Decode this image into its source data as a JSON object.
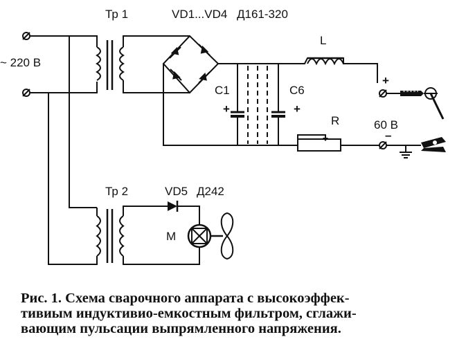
{
  "labels": {
    "tr1": "Тр 1",
    "vd_range": "VD1...VD4",
    "vd_bridge_type": "Д161-320",
    "mains": "~ 220 В",
    "inductor": "L",
    "c1": "C1",
    "c6": "C6",
    "plus": "+",
    "minus": "–",
    "resistor": "R",
    "voltage_out": "60 В",
    "tr2": "Тр 2",
    "vd5": "VD5",
    "vd5_type": "Д242",
    "motor": "M"
  },
  "caption": {
    "line1": "Рис. 1. Схема сварочного аппарата с высокоэффек-",
    "line2": "тивиым индуктивио-емкостным фильтром, сглажи-",
    "line3": "вающим пульсации выпрямленного напряжения."
  }
}
